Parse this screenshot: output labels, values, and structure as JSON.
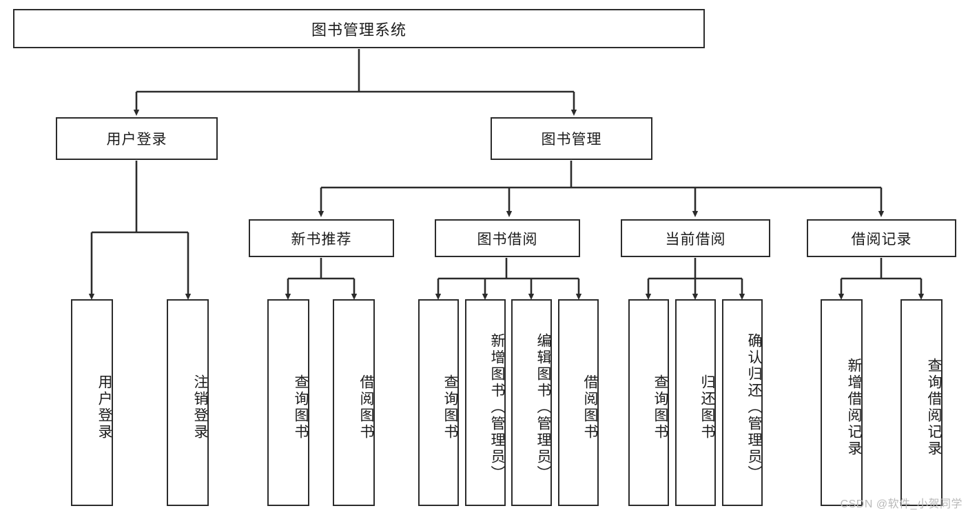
{
  "diagram": {
    "title": "图书管理系统",
    "type": "hierarchy-tree",
    "root": {
      "label": "图书管理系统"
    },
    "level2": [
      {
        "label": "用户登录"
      },
      {
        "label": "图书管理"
      }
    ],
    "level3": [
      {
        "label": "新书推荐"
      },
      {
        "label": "图书借阅"
      },
      {
        "label": "当前借阅"
      },
      {
        "label": "借阅记录"
      }
    ],
    "leaves": {
      "user_login": [
        {
          "label": "用户登录"
        },
        {
          "label": "注销登录"
        }
      ],
      "new_book_recommend": [
        {
          "label": "查询图书"
        },
        {
          "label": "借阅图书"
        }
      ],
      "book_borrow": [
        {
          "label": "查询图书"
        },
        {
          "label": "新增图书（管理员）"
        },
        {
          "label": "编辑图书（管理员）"
        },
        {
          "label": "借阅图书"
        }
      ],
      "current_borrow": [
        {
          "label": "查询图书"
        },
        {
          "label": "归还图书"
        },
        {
          "label": "确认归还（管理员）"
        }
      ],
      "borrow_record": [
        {
          "label": "新增借阅记录"
        },
        {
          "label": "查询借阅记录"
        }
      ]
    }
  },
  "watermark": {
    "text": "CSDN @软件_小贺同学"
  },
  "colors": {
    "stroke": "#2b2b2b",
    "fill": "#ffffff",
    "text": "#1b1b1b",
    "watermark": "#b9b9b9"
  }
}
